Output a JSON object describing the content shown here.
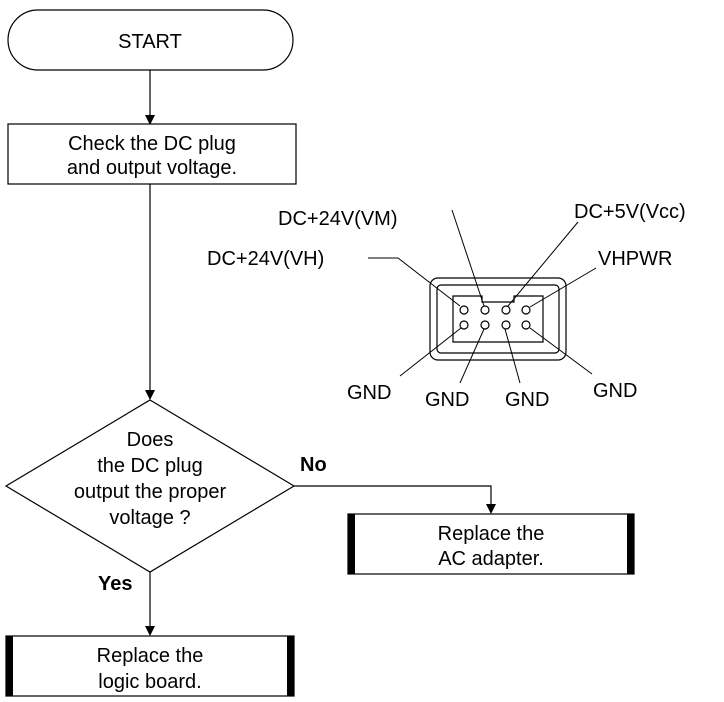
{
  "start": {
    "label": "START"
  },
  "check_step": {
    "line1": "Check the DC plug",
    "line2": "and output voltage."
  },
  "decision": {
    "line1": "Does",
    "line2": "the DC plug",
    "line3": "output the proper",
    "line4": "voltage ?"
  },
  "branch_no": {
    "label": "No"
  },
  "branch_yes": {
    "label": "Yes"
  },
  "replace_adapter": {
    "line1": "Replace the",
    "line2": "AC adapter."
  },
  "replace_logic": {
    "line1": "Replace the",
    "line2": "logic board."
  },
  "connector": {
    "pin_vm": "DC+24V(VM)",
    "pin_vcc": "DC+5V(Vcc)",
    "pin_vh": "DC+24V(VH)",
    "pin_vhpwr": "VHPWR",
    "gnd_1": "GND",
    "gnd_2": "GND",
    "gnd_3": "GND",
    "gnd_4": "GND"
  }
}
